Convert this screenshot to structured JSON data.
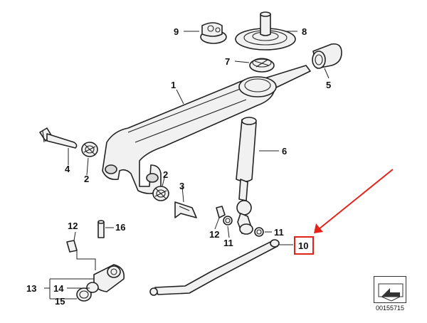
{
  "callouts": {
    "c1": "1",
    "c2a": "2",
    "c2b": "2",
    "c3": "3",
    "c4": "4",
    "c5": "5",
    "c6": "6",
    "c7": "7",
    "c8": "8",
    "c9": "9",
    "c10": "10",
    "c11a": "11",
    "c11b": "11",
    "c12a": "12",
    "c12b": "12",
    "c13": "13",
    "c14": "14",
    "c15": "15",
    "c16": "16"
  },
  "highlighted_part": "10",
  "reference_number": "00155715",
  "colors": {
    "highlight": "#e3231b",
    "line": "#222222",
    "part_fill": "#f1f1f1"
  },
  "icons": {
    "reference_box": "arrow-diagram-icon"
  }
}
